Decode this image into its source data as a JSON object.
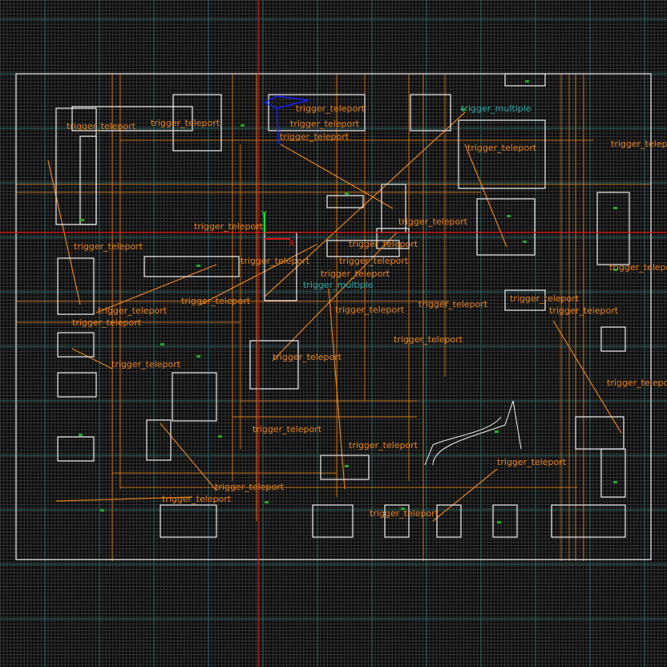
{
  "viewport": {
    "type": "2D top view",
    "axis_x_label": "X",
    "axis_y_label": "Y"
  },
  "colors": {
    "grid_minor": "#333333",
    "grid_major": "#2c6a6a",
    "axis": "#e01010",
    "brush": "#f0f0f0",
    "trigger": "#e8821e",
    "multiple": "#2fa5a5",
    "selection": "#1020ff",
    "entity": "#22aa22"
  },
  "entities": [
    "trigger_teleport",
    "trigger_teleport",
    "trigger_teleport",
    "trigger_teleport",
    "trigger_teleport",
    "trigger_teleport",
    "trigger_teleport",
    "trigger_teleport",
    "trigger_teleport",
    "trigger_teleport",
    "trigger_teleport",
    "trigger_teleport",
    "trigger_teleport",
    "trigger_teleport",
    "trigger_teleport",
    "trigger_teleport",
    "trigger_teleport",
    "trigger_teleport",
    "trigger_teleport",
    "trigger_teleport",
    "trigger_teleport",
    "trigger_teleport",
    "trigger_teleport",
    "trigger_teleport",
    "trigger_teleport",
    "trigger_teleport",
    "trigger_teleport",
    "trigger_teleport",
    "trigger_teleport",
    "trigger_teleport",
    "trigger_teleport",
    "trigger_teleport",
    "trigger_multiple",
    "trigger_multiple"
  ]
}
